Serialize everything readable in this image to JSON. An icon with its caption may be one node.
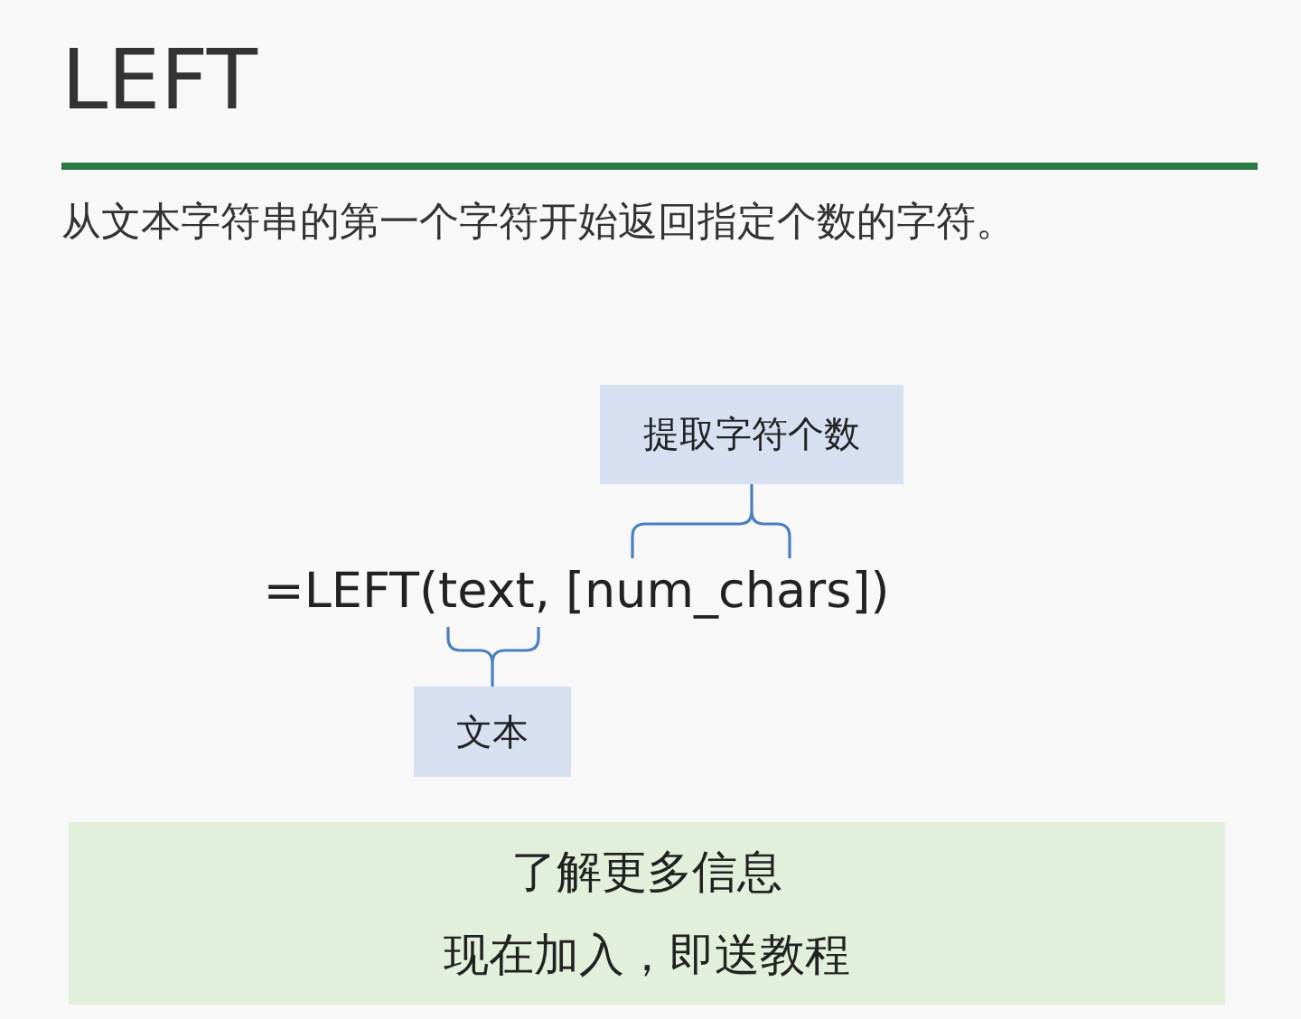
{
  "diagram": {
    "title": "LEFT",
    "nodes": [
      {
        "text": [
          "提取字符个数"
        ]
      },
      {
        "text": [
          "=LEFT(text, [num_chars])"
        ]
      },
      {
        "text": [
          "文本"
        ]
      },
      {
        "text": [
          "了解更多信息",
          "现在加入，即送教程"
        ]
      }
    ],
    "edges": [
      {
        "from": 0,
        "to": 1,
        "arrow": "none"
      },
      {
        "from": 2,
        "to": 1,
        "arrow": "none"
      }
    ],
    "labels": [
      "从文本字符串的第一个字符开始返回指定个数的字符。"
    ]
  }
}
